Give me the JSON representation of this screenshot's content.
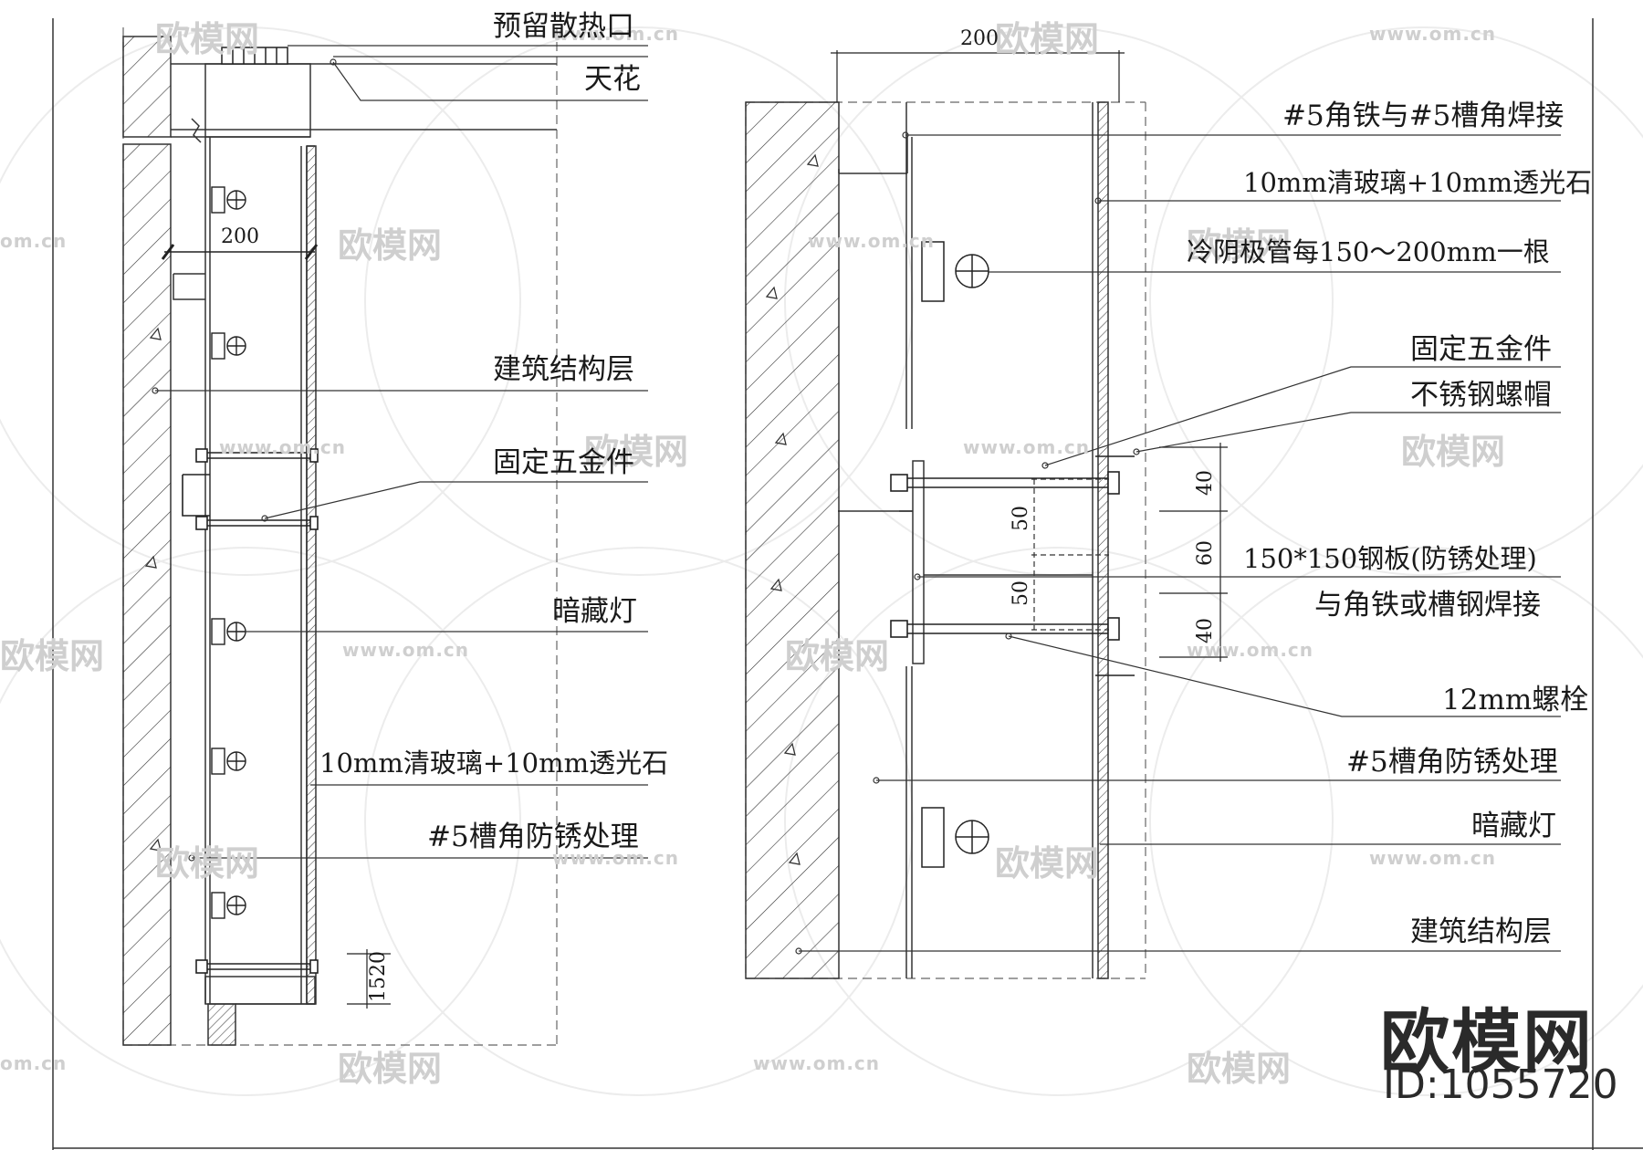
{
  "left_detail": {
    "labels": {
      "vent": "预留散热口",
      "ceiling": "天花",
      "structure": "建筑结构层",
      "hardware": "固定五金件",
      "hidden_light": "暗藏灯",
      "glass": "10mm清玻璃+10mm透光石",
      "channel": "#5槽角防锈处理"
    },
    "dims": {
      "width": "200",
      "bottom": "1520"
    }
  },
  "right_detail": {
    "labels": {
      "weld": "#5角铁与#5槽角焊接",
      "glass": "10mm清玻璃+10mm透光石",
      "tube": "冷阴极管每150～200mm一根",
      "hardware": "固定五金件",
      "cap": "不锈钢螺帽",
      "plate": "150*150钢板(防锈处理)",
      "plate_weld": "与角铁或槽钢焊接",
      "bolt": "12mm螺栓",
      "channel": "#5槽角防锈处理",
      "hidden_light": "暗藏灯",
      "structure": "建筑结构层"
    },
    "dims": {
      "width": "200",
      "d40a": "40",
      "d60": "60",
      "d40b": "40",
      "d50a": "50",
      "d50b": "50"
    }
  },
  "watermark": {
    "url": "www.om.cn",
    "url_short": "om.cn",
    "logo": "欧模网"
  },
  "brand": {
    "name": "欧模网",
    "id": "ID:1055720"
  }
}
